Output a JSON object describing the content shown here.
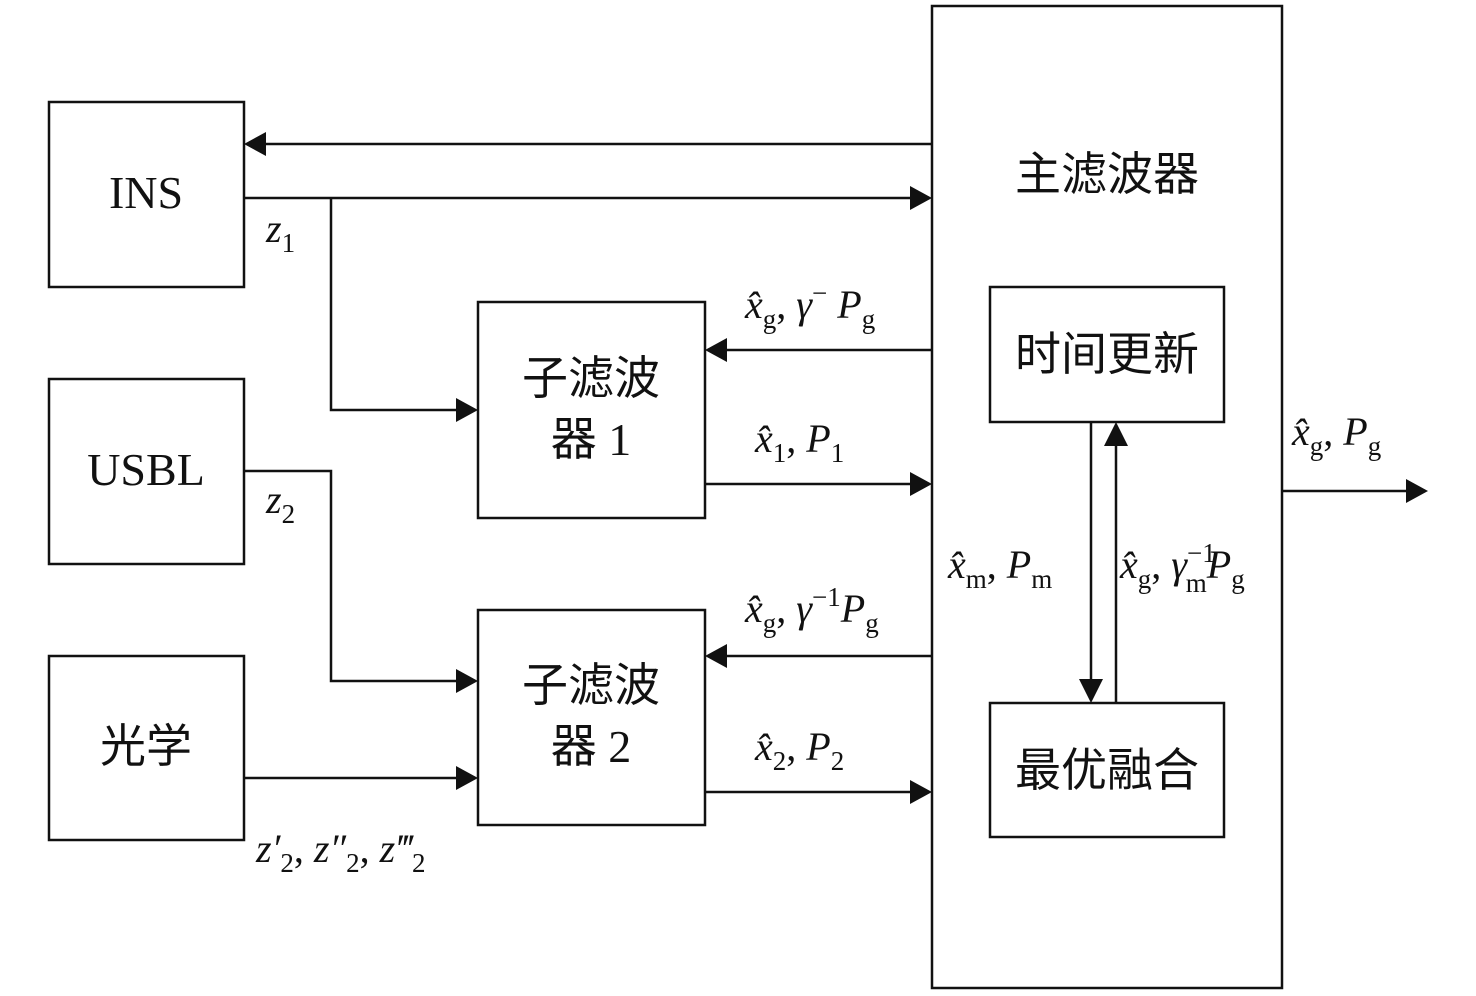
{
  "blocks": {
    "ins": "INS",
    "usbl": "USBL",
    "optical": "光学",
    "sub1_line1": "子滤波",
    "sub1_line2": "器 1",
    "sub2_line1": "子滤波",
    "sub2_line2": "器 2",
    "master": "主滤波器",
    "time_update": "时间更新",
    "optimal_fusion": "最优融合"
  },
  "signals": {
    "z1": {
      "base": "z",
      "sub": "1"
    },
    "z2": {
      "base": "z",
      "sub": "2"
    },
    "z_optical": {
      "a": "z′",
      "b": "z″",
      "c": "z‴",
      "sub": "2"
    },
    "feedback1": {
      "x": "x̂",
      "xsub": "g",
      "gamma": "γ",
      "sup": "−",
      "P": "P",
      "psub": "g"
    },
    "estimate1": {
      "x": "x̂",
      "xsub": "1",
      "P": "P",
      "psub": "1"
    },
    "feedback2": {
      "x": "x̂",
      "xsub": "g",
      "gamma": "γ",
      "sup": "−1",
      "P": "P",
      "psub": "g"
    },
    "estimate2": {
      "x": "x̂",
      "xsub": "2",
      "P": "P",
      "psub": "2"
    },
    "master_down": {
      "x": "x̂",
      "xsub": "m",
      "P": "P",
      "psub": "m"
    },
    "master_up": {
      "x": "x̂",
      "xsub": "g",
      "gamma": "γ",
      "gsub": "m",
      "sup": "−1",
      "P": "P",
      "psub": "g"
    },
    "output": {
      "x": "x̂",
      "xsub": "g",
      "P": "P",
      "psub": "g"
    }
  }
}
